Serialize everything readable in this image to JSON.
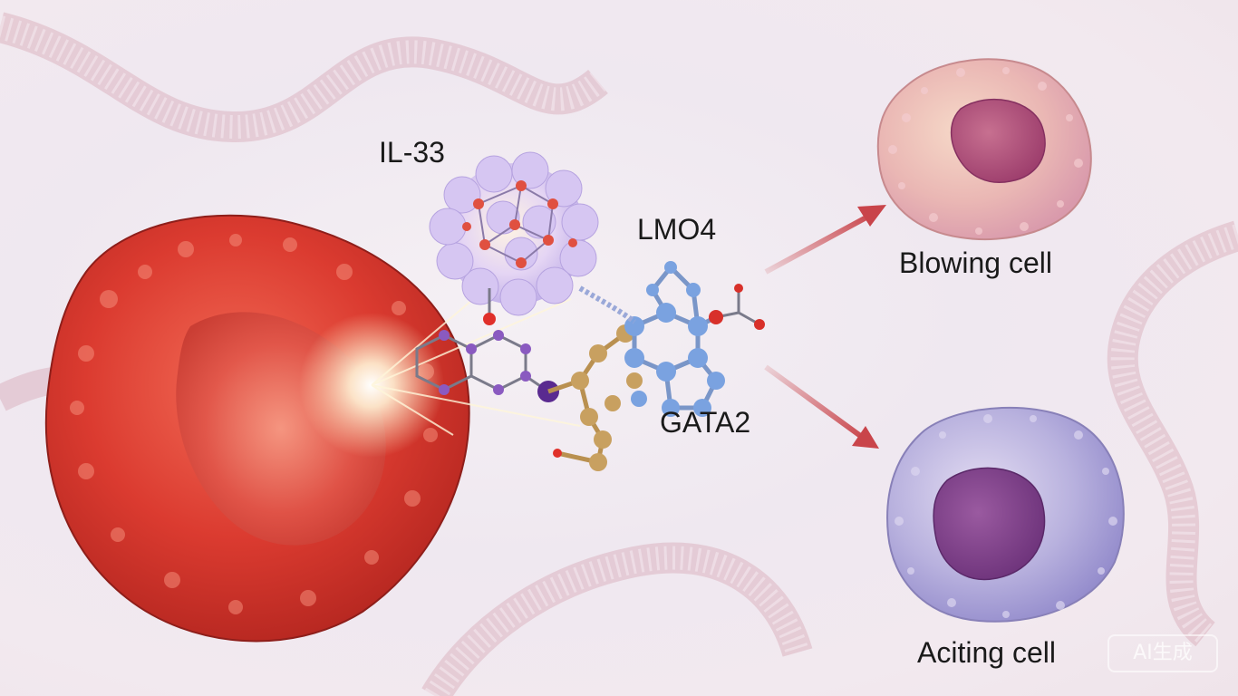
{
  "labels": {
    "il33": "IL-33",
    "lmo4": "LMO4",
    "gata2": "GATA2",
    "blowing_cell": "Blowing cell",
    "aciting_cell": "Aciting cell"
  },
  "watermark": "AI生成",
  "colors": {
    "red_cell": "#d83a2e",
    "arrow": "#c9444a",
    "il33_nanoparticle": "#c9b8f0",
    "blowing_cell_nucleus": "#b04a78",
    "aciting_cell_body": "#a9a3d8",
    "aciting_cell_nucleus": "#7a3f88"
  }
}
